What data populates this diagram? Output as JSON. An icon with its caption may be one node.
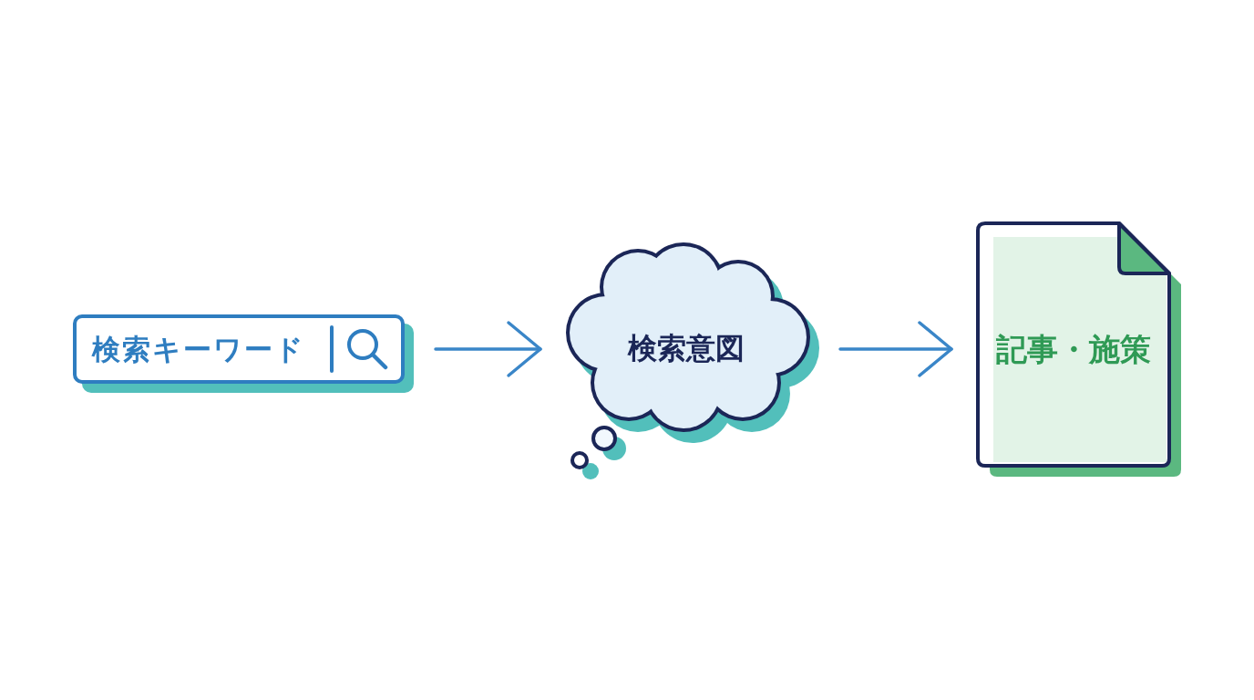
{
  "diagram": {
    "nodes": [
      {
        "text": [
          "検索キーワード"
        ]
      },
      {
        "text": [
          "検索意図"
        ]
      },
      {
        "text": [
          "記事・施策"
        ]
      }
    ],
    "edges": [
      {
        "from": 0,
        "to": 1,
        "arrow": "to"
      },
      {
        "from": 1,
        "to": 2,
        "arrow": "to"
      }
    ]
  }
}
